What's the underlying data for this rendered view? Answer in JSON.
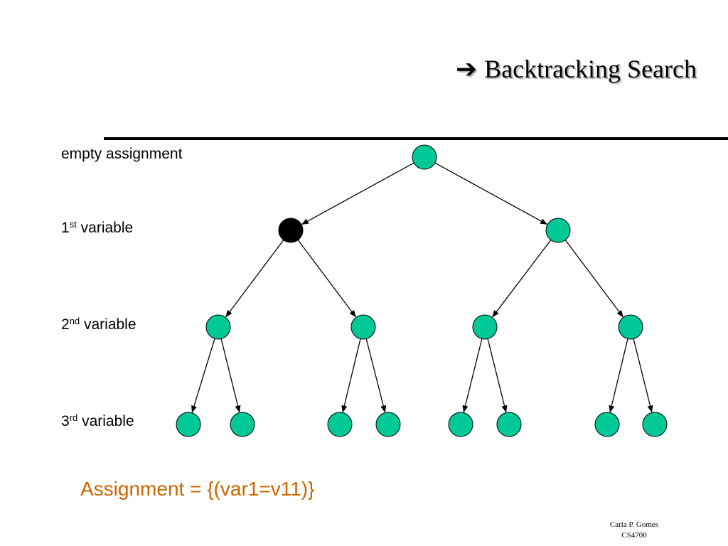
{
  "slide": {
    "title_arrow": "➔",
    "title": "Backtracking Search",
    "levels": [
      {
        "prefix": "empty assignment",
        "sup": "",
        "suffix": ""
      },
      {
        "prefix": "1",
        "sup": "st",
        "suffix": " variable"
      },
      {
        "prefix": "2",
        "sup": "nd",
        "suffix": " variable"
      },
      {
        "prefix": "3",
        "sup": "rd",
        "suffix": " variable"
      }
    ],
    "assignment": "Assignment = {(var1=v11)}",
    "footer": {
      "author": "Carla P. Gomes",
      "course": "CS4700"
    }
  },
  "colors": {
    "node_fill": "#00c896",
    "current_node_fill": "#000000",
    "edge": "#000000",
    "assignment_text": "#cc6600"
  },
  "tree": {
    "current_node": "1-0",
    "levels": [
      1,
      2,
      4,
      8
    ]
  }
}
